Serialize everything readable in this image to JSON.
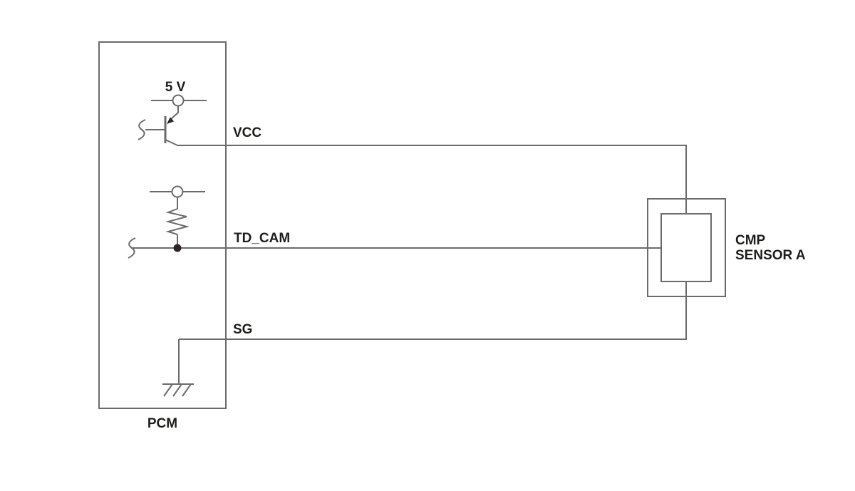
{
  "diagram": {
    "pcm": {
      "label": "PCM",
      "supply_label": "5 V"
    },
    "signals": {
      "vcc": "VCC",
      "td_cam": "TD_CAM",
      "sg": "SG"
    },
    "sensor": {
      "name_line1": "CMP",
      "name_line2": "SENSOR A"
    }
  },
  "colors": {
    "background": "#ffffff",
    "wire": "#6b6b6b",
    "component_dark": "#2b2526",
    "text": "#1d1d1b"
  }
}
